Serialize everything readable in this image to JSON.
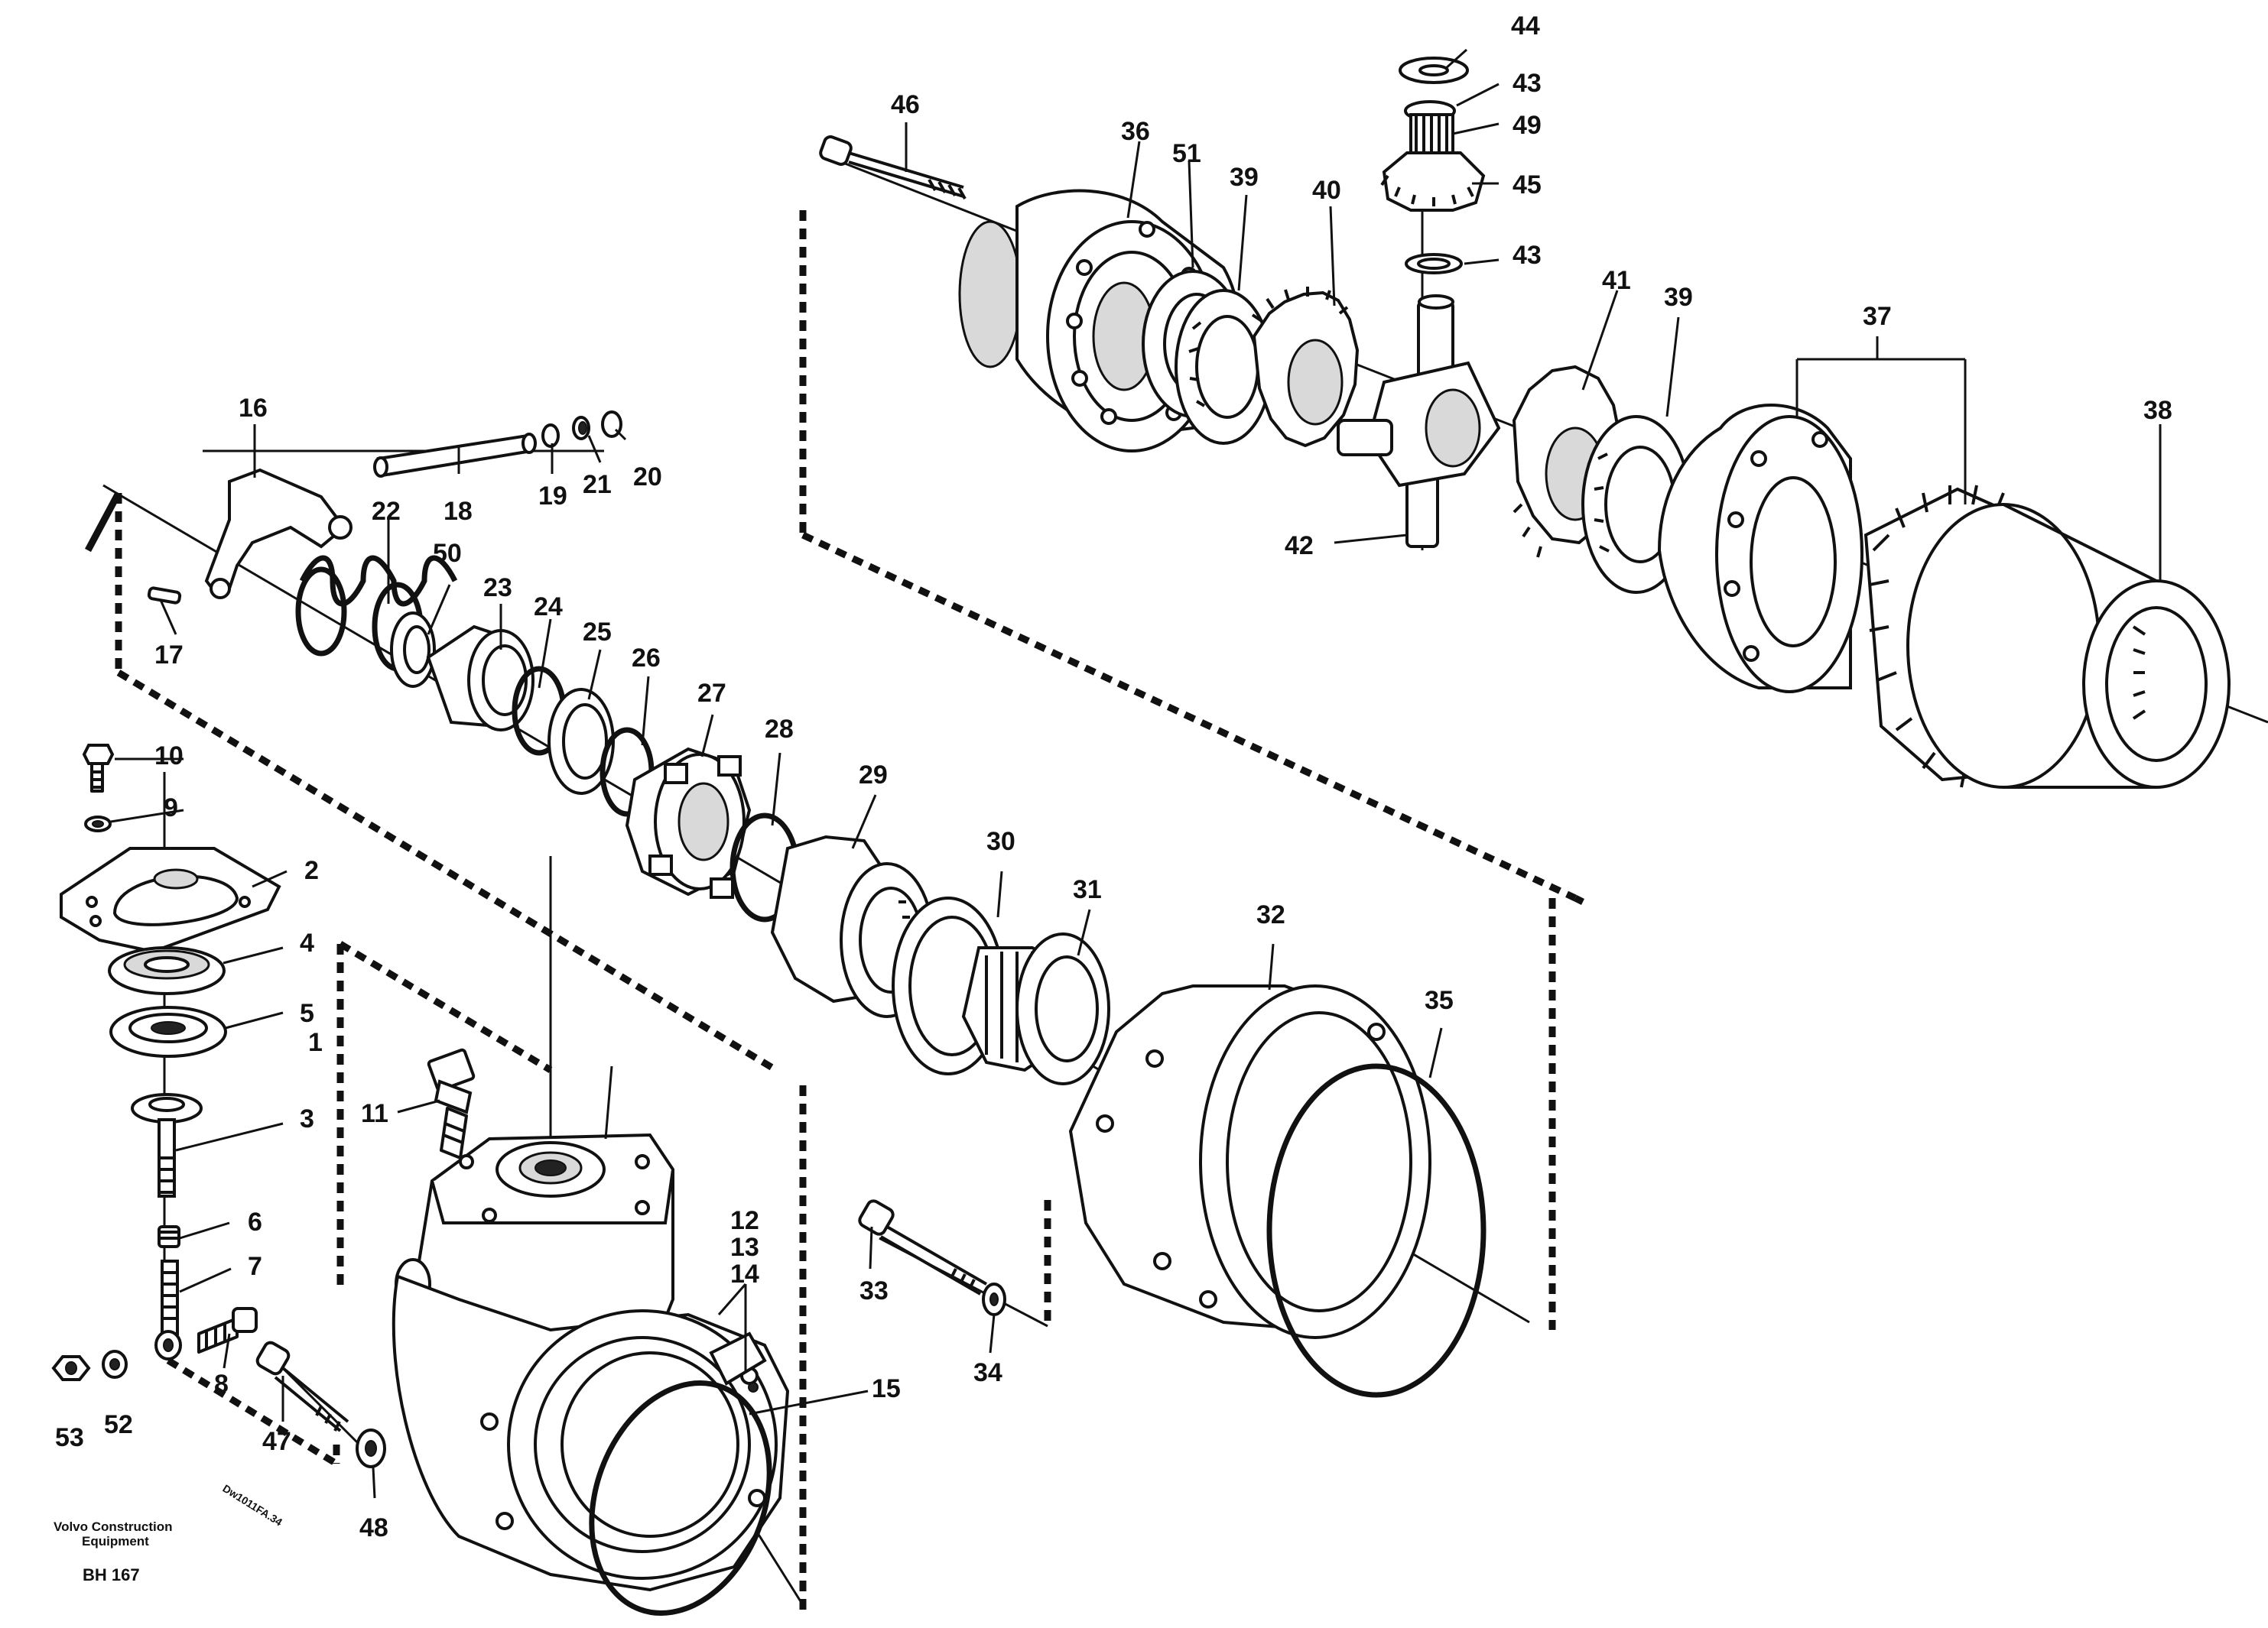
{
  "caption": {
    "manufacturer_line1": "Volvo Construction",
    "manufacturer_line2": "Equipment",
    "figure_id": "BH 167",
    "drawing_ref": "Dw1011FA.34"
  },
  "callouts": [
    "1",
    "2",
    "3",
    "4",
    "5",
    "6",
    "7",
    "8",
    "9",
    "10",
    "11",
    "12",
    "13",
    "14",
    "15",
    "16",
    "17",
    "18",
    "19",
    "20",
    "21",
    "22",
    "23",
    "24",
    "25",
    "26",
    "27",
    "28",
    "29",
    "30",
    "31",
    "32",
    "33",
    "34",
    "35",
    "36",
    "37",
    "38",
    "39",
    "40",
    "41",
    "42",
    "43",
    "44",
    "45",
    "46",
    "47",
    "48",
    "49",
    "50",
    "51",
    "52",
    "53"
  ],
  "callout_39_second": "39",
  "callout_43_second": "43"
}
